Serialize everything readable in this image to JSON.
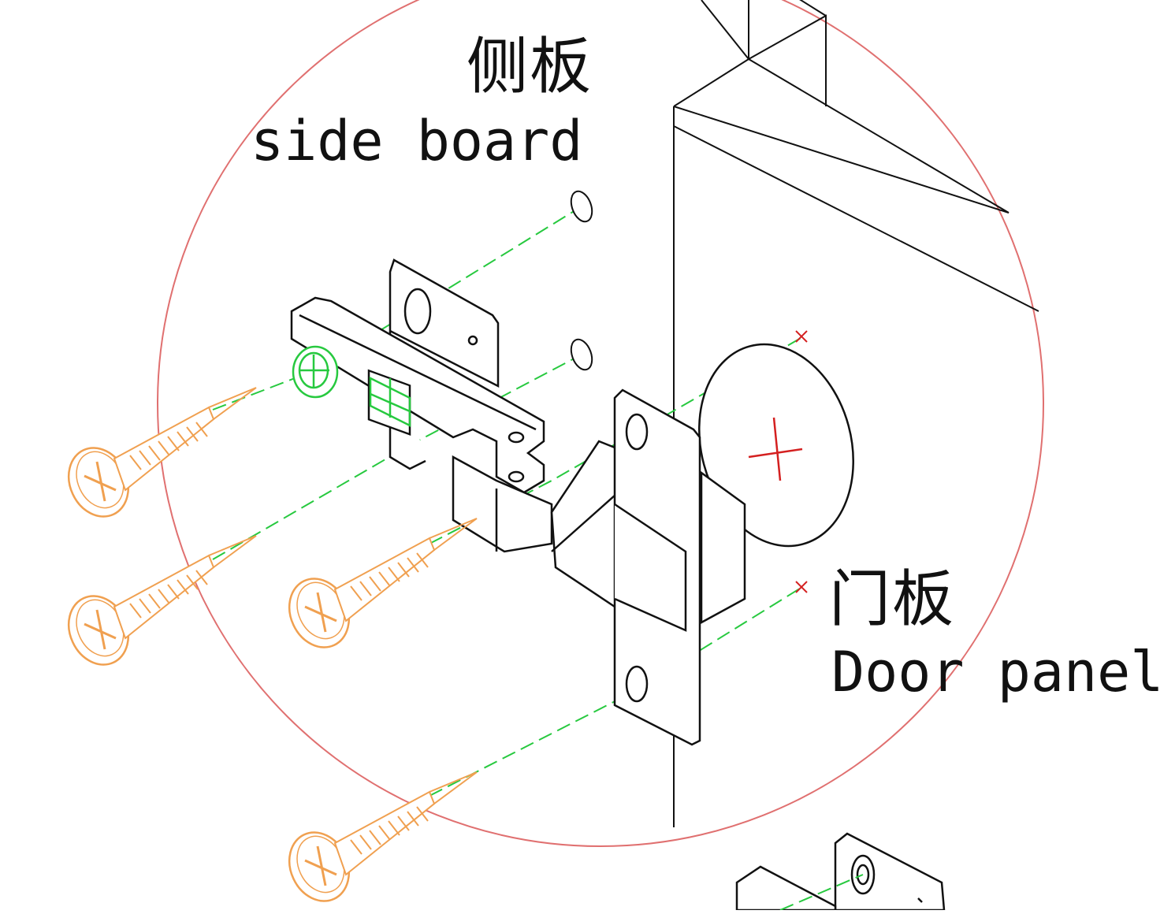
{
  "labels": {
    "side_board_cn": "侧板",
    "side_board_en": "side board",
    "door_panel_cn": "门板",
    "door_panel_en": "Door panel"
  },
  "parts": [
    "side-board",
    "door-panel",
    "hinge-arm",
    "mounting-plate",
    "hinge-cup",
    "screw"
  ],
  "colors": {
    "detail_circle": "#e07070",
    "guide_lines": "#27c93f",
    "screws": "#f0a050",
    "cross_mark": "#d42020",
    "line_art": "#111111"
  }
}
